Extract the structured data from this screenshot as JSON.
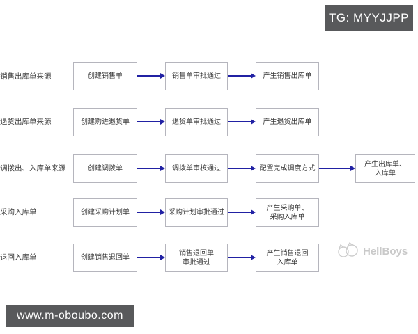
{
  "badges": {
    "tg": "TG: MYYJJPP",
    "url": "www.m-oboubo.com"
  },
  "watermark": {
    "text": "HellBoys"
  },
  "colors": {
    "badge_bg": "#58595b",
    "arrow": "#2121a3",
    "box_border": "#b5b5bd",
    "box_fill": "#ffffff",
    "text": "#3a3a3a",
    "watermark": "#c9c9c9"
  },
  "flows": [
    {
      "label": "销售出库单来源",
      "steps": [
        "创建销售单",
        "销售单审批通过",
        "产生销售出库单"
      ]
    },
    {
      "label": "退货出库单来源",
      "steps": [
        "创建购进退货单",
        "退货单审批通过",
        "产生退货出库单"
      ]
    },
    {
      "label": "调拨出、入库单来源",
      "steps": [
        "创建调拨单",
        "调拨单审核通过",
        "配置完成调度方式",
        "产生出库单、\n入库单"
      ]
    },
    {
      "label": "采购入库单",
      "steps": [
        "创建采购计划单",
        "采购计划审批通过",
        "产生采购单、\n采购入库单"
      ]
    },
    {
      "label": "退回入库单",
      "steps": [
        "创建销售退回单",
        "销售退回单\n审批通过",
        "产生销售退回\n入库单"
      ]
    }
  ]
}
